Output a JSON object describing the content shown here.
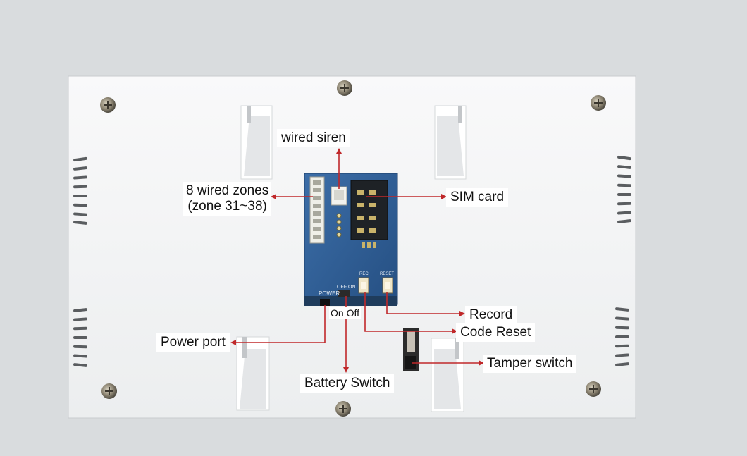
{
  "diagram": {
    "labels": {
      "wired_siren": "wired siren",
      "wired_zones_line1": "8 wired zones",
      "wired_zones_line2": "(zone 31~38)",
      "sim_card": "SIM card",
      "record": "Record",
      "code_reset": "Code Reset",
      "power_port": "Power port",
      "tamper_switch": "Tamper switch",
      "battery_switch": "Battery Switch",
      "on_off": "On Off"
    },
    "board_silkscreen": {
      "power": "POWER",
      "off_on": "OFF ON",
      "rec": "REC",
      "reset": "RESET"
    },
    "colors": {
      "background": "#d9dcde",
      "panel": "#f4f5f6",
      "board": "#2f5e95",
      "arrow": "#c0282a"
    }
  }
}
